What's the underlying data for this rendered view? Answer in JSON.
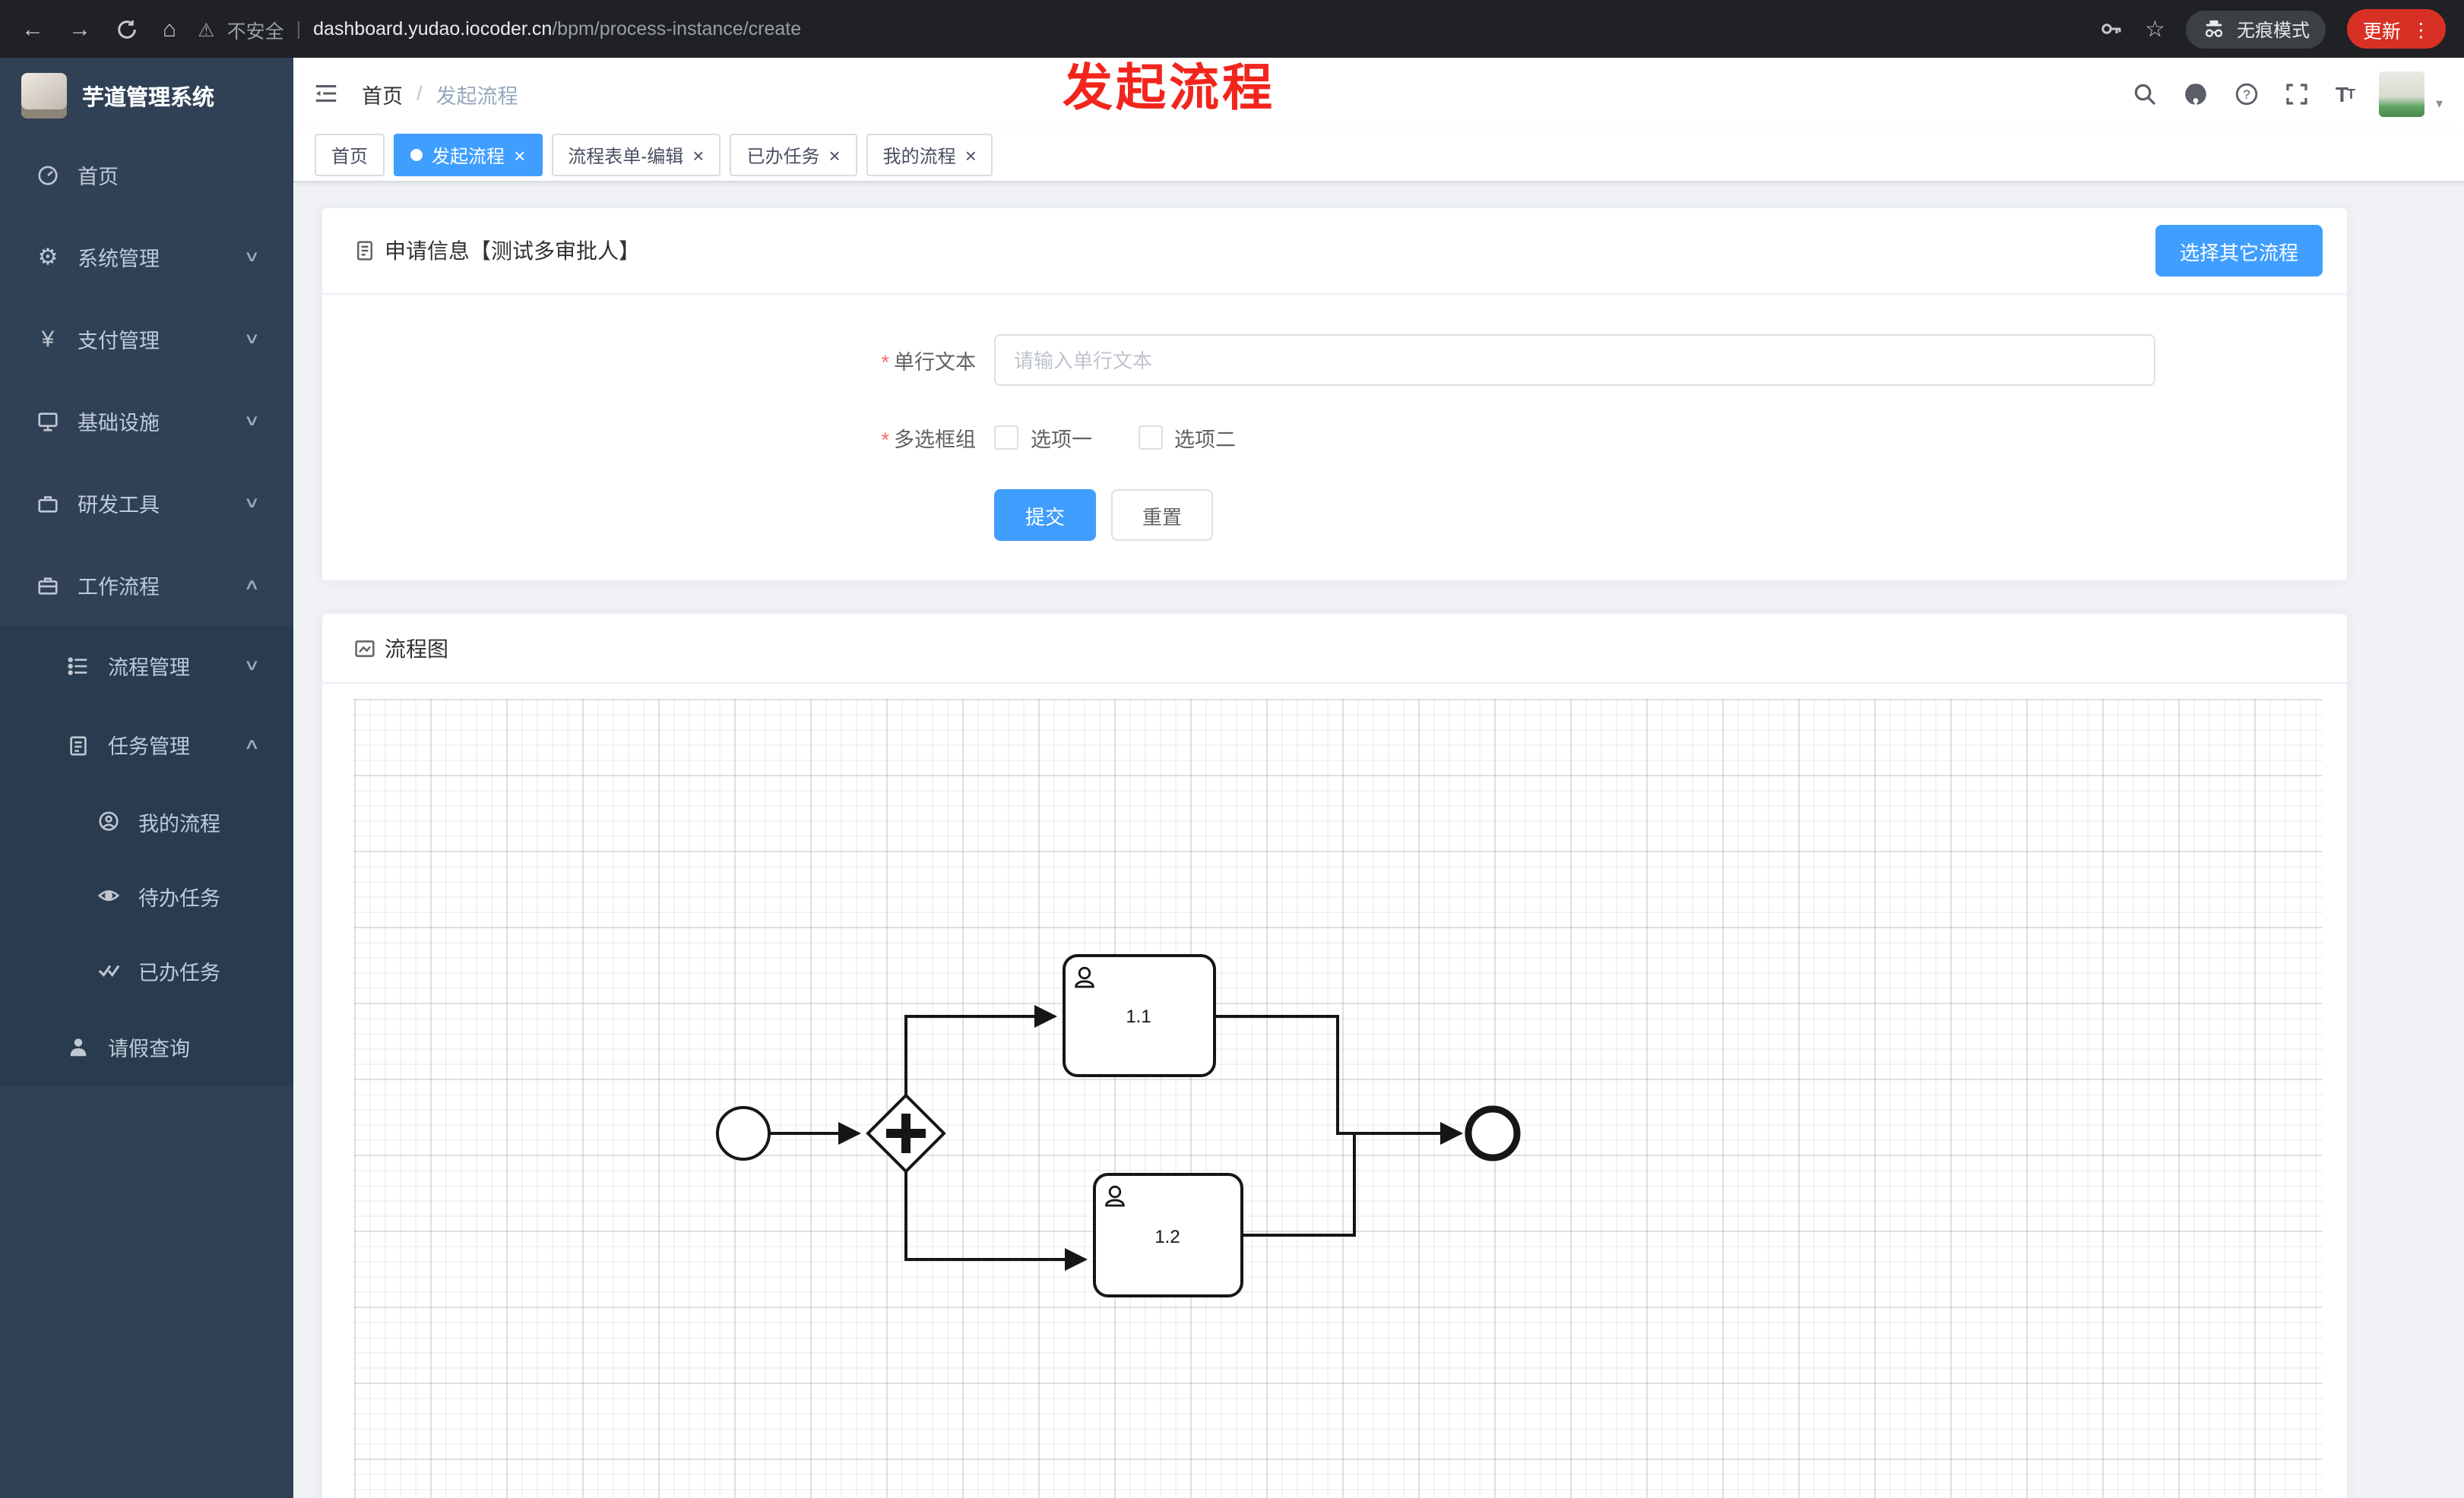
{
  "browser": {
    "security_label": "不安全",
    "url_domain": "dashboard.yudao.iocoder.cn",
    "url_path": "/bpm/process-instance/create",
    "incognito_label": "无痕模式",
    "update_label": "更新"
  },
  "annotation": {
    "text": "发起流程"
  },
  "icons": {
    "back": "←",
    "forward": "→",
    "home": "⌂",
    "warning": "⚠",
    "divider": "|",
    "star": "☆",
    "kebab": "⋮",
    "gear": "⚙",
    "yen": "¥",
    "chev_down": "∨",
    "chev_up": "∧",
    "close": "×",
    "caret": "▾",
    "font": "T"
  },
  "sidebar": {
    "logo_title": "芋道管理系统",
    "items": [
      {
        "label": "首页",
        "icon": "dashboard-icon",
        "level": 1
      },
      {
        "label": "系统管理",
        "icon": "gear-icon",
        "level": 1,
        "state": "collapsed"
      },
      {
        "label": "支付管理",
        "icon": "yen-icon",
        "level": 1,
        "state": "collapsed"
      },
      {
        "label": "基础设施",
        "icon": "infrastructure-icon",
        "level": 1,
        "state": "collapsed"
      },
      {
        "label": "研发工具",
        "icon": "tools-icon",
        "level": 1,
        "state": "collapsed"
      },
      {
        "label": "工作流程",
        "icon": "workflow-icon",
        "level": 1,
        "state": "expanded"
      },
      {
        "label": "流程管理",
        "icon": "process-list-icon",
        "level": 2,
        "state": "collapsed"
      },
      {
        "label": "任务管理",
        "icon": "task-clipboard-icon",
        "level": 2,
        "state": "expanded"
      },
      {
        "label": "我的流程",
        "icon": "my-process-icon",
        "level": 3
      },
      {
        "label": "待办任务",
        "icon": "todo-eye-icon",
        "level": 3
      },
      {
        "label": "已办任务",
        "icon": "done-check-icon",
        "level": 3
      },
      {
        "label": "请假查询",
        "icon": "user-icon",
        "level": 2
      }
    ]
  },
  "header": {
    "breadcrumb_home": "首页",
    "breadcrumb_separator": "/",
    "breadcrumb_current": "发起流程"
  },
  "tabs": [
    {
      "label": "首页",
      "active": false,
      "closable": false
    },
    {
      "label": "发起流程",
      "active": true,
      "closable": true
    },
    {
      "label": "流程表单-编辑",
      "active": false,
      "closable": true
    },
    {
      "label": "已办任务",
      "active": false,
      "closable": true
    },
    {
      "label": "我的流程",
      "active": false,
      "closable": true
    }
  ],
  "form_card": {
    "title": "申请信息【测试多审批人】",
    "select_other_button": "选择其它流程",
    "required_marker": "*",
    "text_field": {
      "label": "单行文本",
      "placeholder": "请输入单行文本",
      "value": ""
    },
    "checkbox_group": {
      "label": "多选框组",
      "options": [
        {
          "label": "选项一",
          "checked": false
        },
        {
          "label": "选项二",
          "checked": false
        }
      ]
    },
    "submit_button": "提交",
    "reset_button": "重置"
  },
  "diagram_card": {
    "title": "流程图",
    "type": "bpmn",
    "nodes": [
      {
        "type": "startEvent"
      },
      {
        "type": "parallelGateway"
      },
      {
        "type": "userTask",
        "label": "1.1"
      },
      {
        "type": "userTask",
        "label": "1.2"
      },
      {
        "type": "endEvent"
      }
    ],
    "task_labels": [
      "1.1",
      "1.2"
    ]
  },
  "colors": {
    "accent": "#409eff",
    "update_red": "#d93025",
    "sidebar_bg": "#304156",
    "annotation_red": "#f2251d"
  }
}
